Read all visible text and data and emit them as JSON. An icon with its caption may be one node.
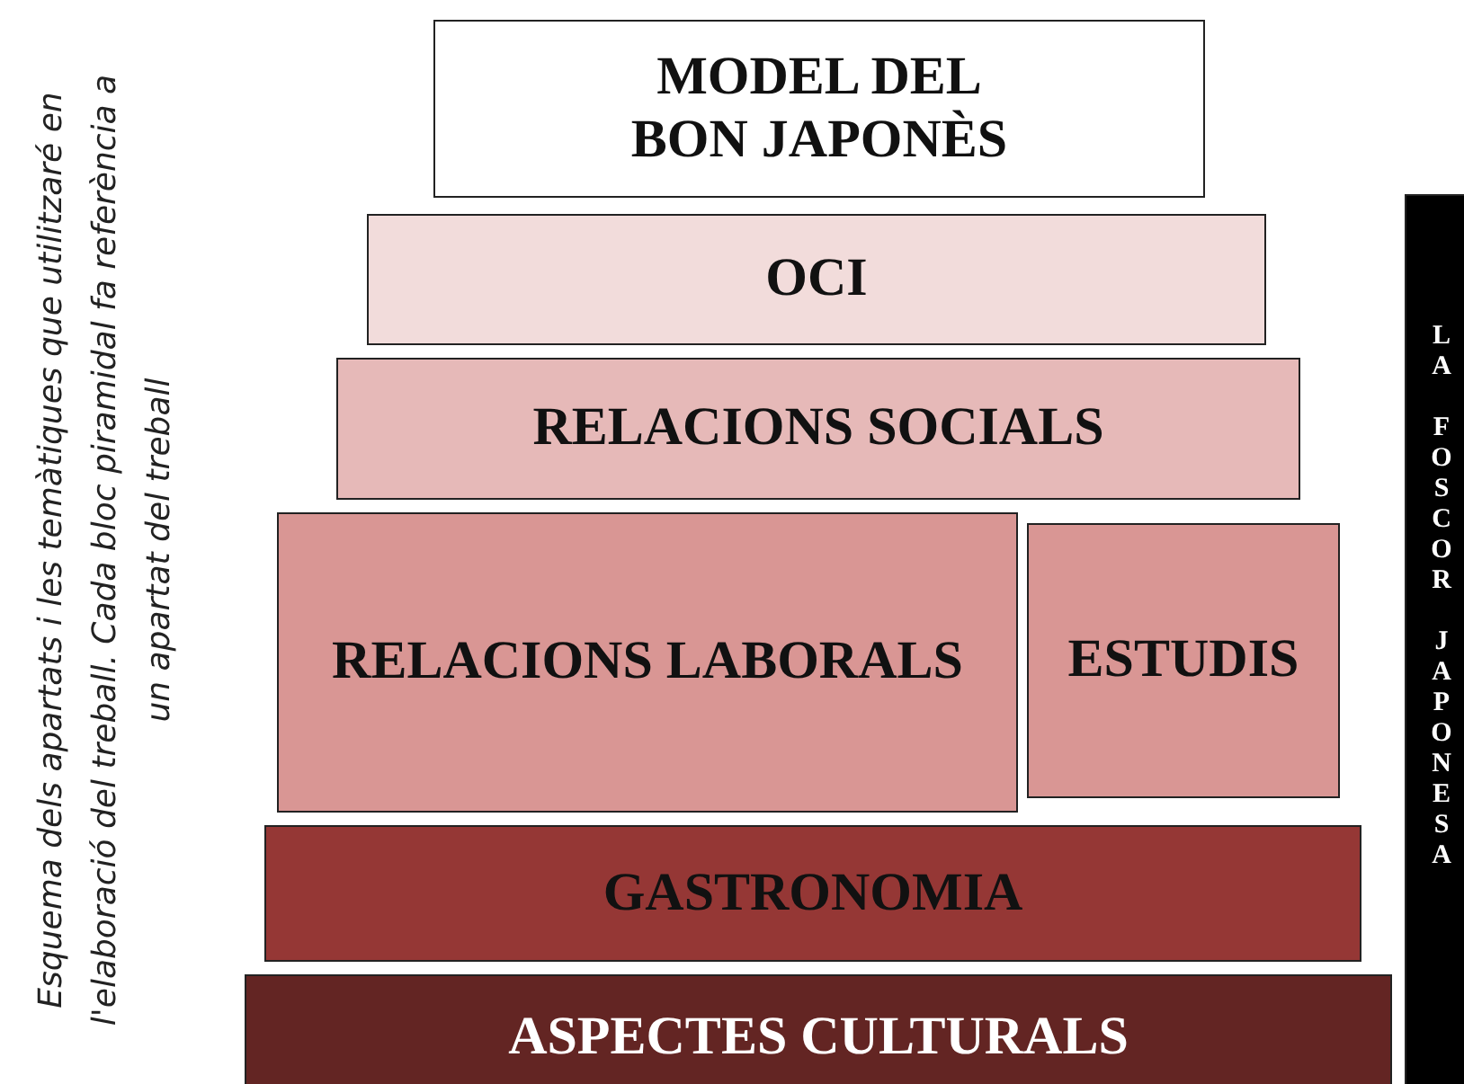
{
  "diagram": {
    "caption": "Esquema dels apartats i les temàtiques que utilitzaré en l'elaboració del treball. Cada bloc piramidal fa referència a un apartat del treball",
    "nodes": [
      {
        "text": [
          "MODEL DEL BON JAPONÈS"
        ]
      },
      {
        "text": [
          "OCI"
        ]
      },
      {
        "text": [
          "RELACIONS SOCIALS"
        ]
      },
      {
        "text": [
          "RELACIONS LABORALS"
        ]
      },
      {
        "text": [
          "ESTUDIS"
        ]
      },
      {
        "text": [
          "GASTRONOMIA"
        ]
      },
      {
        "text": [
          "ASPECTES CULTURALS"
        ]
      },
      {
        "text": [
          "LA FOSCOR JAPONESA"
        ]
      }
    ]
  }
}
